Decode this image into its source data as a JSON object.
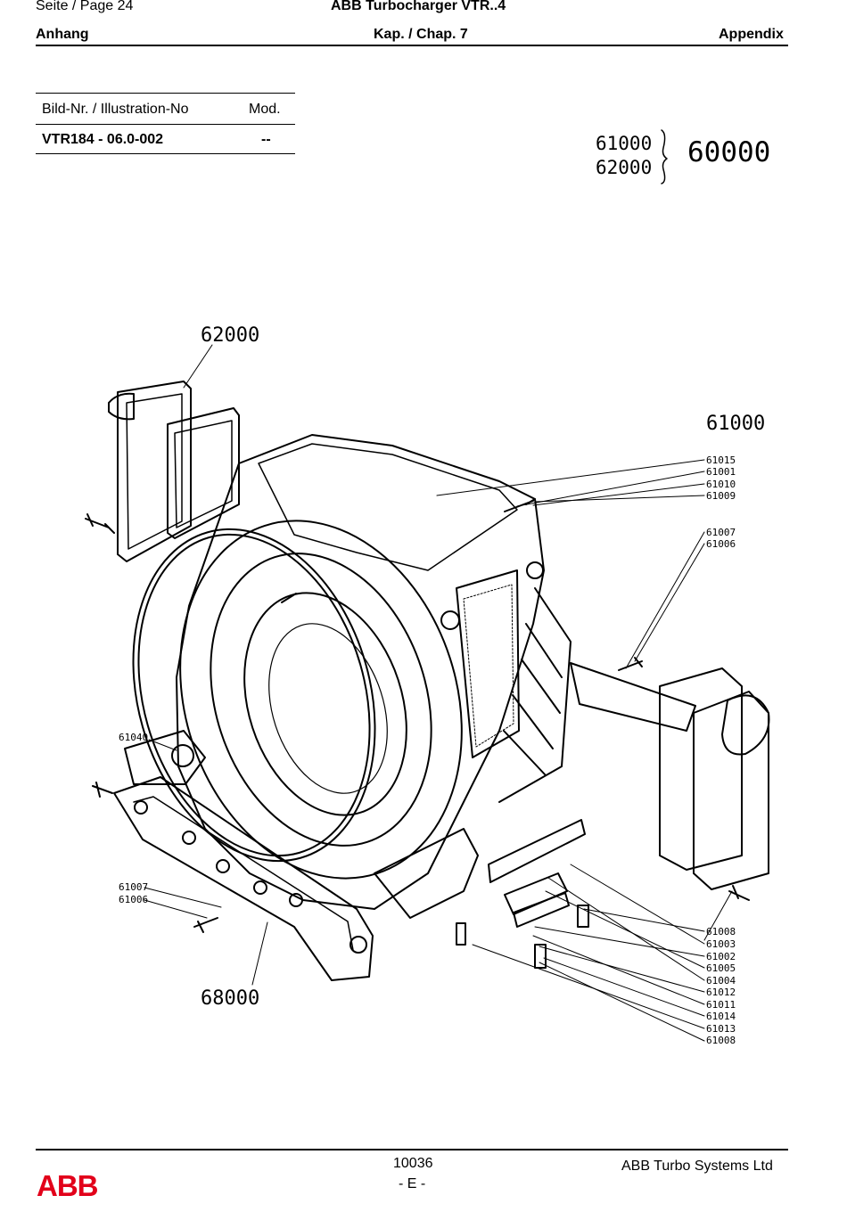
{
  "header": {
    "page_label": "Seite / Page  24",
    "product": "ABB Turbocharger VTR..4",
    "section_left": "Anhang",
    "section_center": "Kap. / Chap. 7",
    "section_right": "Appendix"
  },
  "info_table": {
    "col_illustration": "Bild-Nr. / Illustration-No",
    "col_mod": "Mod.",
    "illustration_no": "VTR184 - 06.0-002",
    "mod": "--"
  },
  "assembly_legend": {
    "parts": [
      "61000",
      "62000"
    ],
    "assembly": "60000"
  },
  "drawing": {
    "callout_62000": "62000",
    "callout_61000": "61000",
    "callout_68000": "68000",
    "callout_61040": "61040",
    "group_upper": [
      "61015",
      "61001",
      "61010",
      "61009"
    ],
    "group_mid": [
      "61007",
      "61006"
    ],
    "group_left": [
      "61007",
      "61006"
    ],
    "group_lower": [
      "61008",
      "61003",
      "61002",
      "61005",
      "61004",
      "61012",
      "61011",
      "61014",
      "61013",
      "61008"
    ]
  },
  "footer": {
    "doc_number": "10036",
    "language": "- E -",
    "company": "ABB Turbo Systems Ltd",
    "logo_text": "ABB",
    "logo_color": "#e2001a"
  }
}
